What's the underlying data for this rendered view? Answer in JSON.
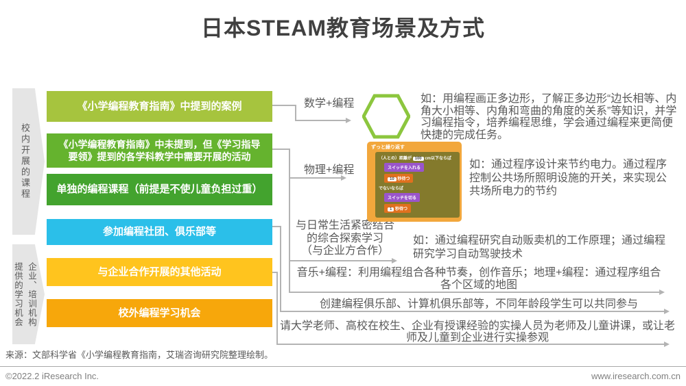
{
  "title": "日本STEAM教育场景及方式",
  "left_groups": {
    "school": "校内开展的课程",
    "org_line1": "企业、培训机构",
    "org_line2": "提供的学习机会"
  },
  "boxes": [
    {
      "label": "《小学编程教育指南》中提到的案例",
      "color": "#a6c43e"
    },
    {
      "label": "《小学编程教育指南》中未提到，但《学习指导要领》提到的各学科教学中需要开展的活动",
      "color": "#65b32e"
    },
    {
      "label": "单独的编程课程（前提是不使儿童负担过重）",
      "color": "#43a32e"
    },
    {
      "label": "参加编程社团、俱乐部等",
      "color": "#2bbfe9"
    },
    {
      "label": "与企业合作开展的其他活动",
      "color": "#ffc41e"
    },
    {
      "label": "校外编程学习机会",
      "color": "#f7a70b"
    }
  ],
  "branches": {
    "math_label": "数学+编程",
    "math_desc": "如：用编程画正多边形，了解正多边形“边长相等、内角大小相等、内角和弯曲的角度的关系”等知识，并学习编程指令，培养编程思维，学会通过编程来更简便快捷的完成任务。",
    "physics_label": "物理+编程",
    "physics_desc": "如：通过程序设计来节约电力。通过程序控制公共场所照明设施的开关，来实现公共场所电力的节约",
    "daily_line1": "与日常生活紧密结合",
    "daily_line2": "的综合探索学习",
    "daily_line3": "（与企业方合作）",
    "daily_desc": "如：通过编程研究自动贩卖机的工作原理；通过编程研究学习自动驾驶技术",
    "music_geo": "音乐+编程：利用编程组合各种节奏，创作音乐；地理+编程：通过程序组合各个区域的地图",
    "clubs": "创建编程俱乐部、计算机俱乐部等，不同年龄段学生可以共同参与",
    "teachers": "请大学老师、高校在校生、企业有授课经验的实操人员为老师及儿童讲课，或让老师及儿童到企业进行实操参观"
  },
  "code_block": {
    "repeat": "ずっと繰り返す",
    "cond_pre": "（人との）距離が",
    "cond_value": "100",
    "cond_post": "cm以下ならば",
    "switch_on": "スイッチを入れる",
    "wait1": "10",
    "wait_unit1": "秒待つ",
    "else_label": "でないならば",
    "switch_off": "スイッチを切る",
    "wait2": "1",
    "wait_unit2": "秒待つ"
  },
  "icons": {
    "hexagon": "hexagon-outline"
  },
  "colors": {
    "hexagon_stroke": "#8cc63e",
    "connector": "#b3b3b3",
    "chevron_bg": "#e5e5e5",
    "text_gray": "#595959",
    "title_gray": "#404040",
    "code_outer": "#f2a73c",
    "code_inner": "#847a2c",
    "code_purple": "#9a55cb",
    "code_orange": "#e0701e"
  },
  "source": "来源：文部科学省《小学编程教育指南，艾瑞咨询研究院整理绘制。",
  "footer": {
    "copyright": "©2022.2 iResearch Inc.",
    "website": "www.iresearch.com.cn"
  }
}
